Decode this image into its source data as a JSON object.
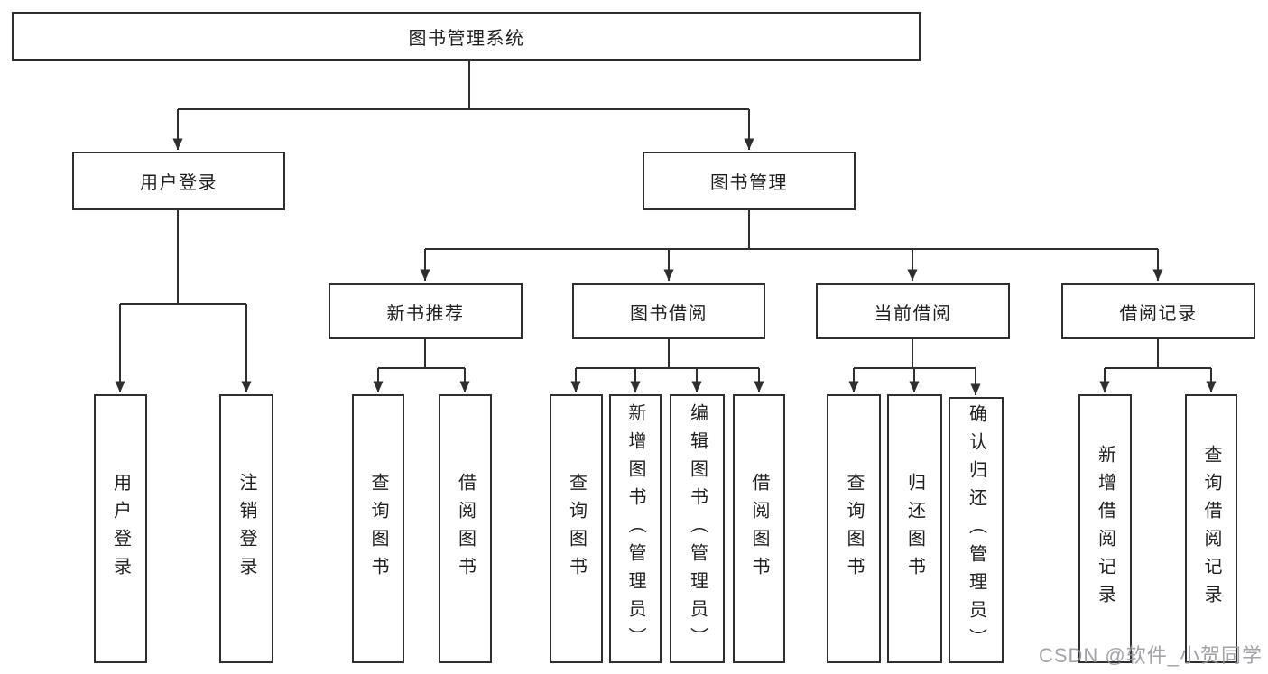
{
  "diagram": {
    "root": "图书管理系统",
    "branches": [
      {
        "label": "用户登录",
        "children": [
          "用户登录",
          "注销登录"
        ]
      },
      {
        "label": "图书管理",
        "sections": [
          {
            "label": "新书推荐",
            "children": [
              "查询图书",
              "借阅图书"
            ]
          },
          {
            "label": "图书借阅",
            "children": [
              "查询图书",
              "新增图书（管理员）",
              "编辑图书（管理员）",
              "借阅图书"
            ]
          },
          {
            "label": "当前借阅",
            "children": [
              "查询图书",
              "归还图书",
              "确认归还（管理员）"
            ]
          },
          {
            "label": "借阅记录",
            "children": [
              "新增借阅记录",
              "查询借阅记录"
            ]
          }
        ]
      }
    ]
  },
  "watermark": "CSDN @软件_小贺同学",
  "colors": {
    "line": "#2f2f2f",
    "text": "#1f1f1f",
    "box_background": "#ffffff",
    "watermark": "#94969b"
  }
}
